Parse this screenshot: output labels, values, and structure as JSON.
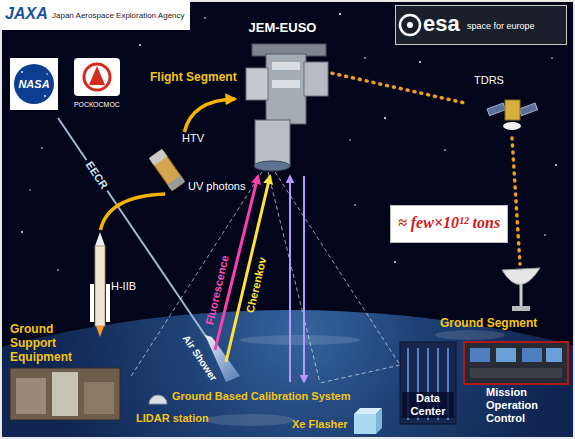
{
  "diagram": {
    "nodes": [
      {
        "text": [
          "JAXA",
          "Japan Aerospace Exploration Agency"
        ]
      },
      {
        "text": [
          "esa",
          "space for europe"
        ]
      },
      {
        "text": [
          "JEM-EUSO"
        ]
      },
      {
        "text": [
          "TDRS"
        ]
      },
      {
        "text": [
          "HTV"
        ]
      },
      {
        "text": [
          "≈ few×10¹² tons"
        ]
      },
      {
        "text": [
          "H-IIB"
        ]
      },
      {
        "text": [
          "Ground Support Equipment"
        ]
      },
      {
        "text": [
          "Data Center"
        ]
      },
      {
        "text": [
          "Mission Operation Control"
        ]
      }
    ],
    "edges": [
      {
        "from": 6,
        "to": 4,
        "arrow": "none"
      },
      {
        "from": 4,
        "to": 2,
        "arrow": "to",
        "label": "Flight Segment"
      },
      {
        "from": 2,
        "to": 3,
        "arrow": "none"
      }
    ],
    "labels": [
      "NASA",
      "РОСКОСМОС",
      "EECR",
      "UV photons",
      "Fluorescence",
      "Cherenkov",
      "Air Shower",
      "Ground Segment",
      "Ground Based Calibration System",
      "LIDAR station",
      "Xe Flasher"
    ]
  }
}
